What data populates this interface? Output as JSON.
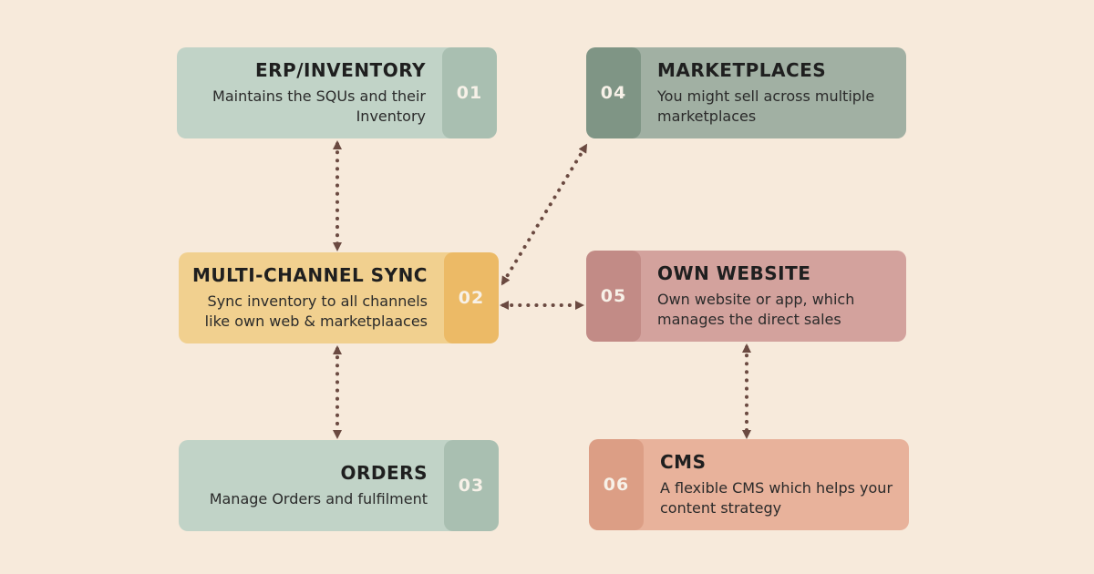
{
  "nodes": [
    {
      "id": "erp",
      "number": "01",
      "title": "ERP/INVENTORY",
      "description": "Maintains the SQUs and their Inventory",
      "card_color": "#c1d3c7",
      "number_color": "#a9bfb1"
    },
    {
      "id": "sync",
      "number": "02",
      "title": "MULTI-CHANNEL SYNC",
      "description": "Sync inventory to all channels like own web & marketplaaces",
      "card_color": "#f1d08f",
      "number_color": "#ecba66"
    },
    {
      "id": "orders",
      "number": "03",
      "title": "ORDERS",
      "description": "Manage Orders and fulfilment",
      "card_color": "#c1d3c7",
      "number_color": "#a9bfb1"
    },
    {
      "id": "marketplaces",
      "number": "04",
      "title": "MARKETPLACES",
      "description": "You might sell across multiple marketplaces",
      "card_color": "#a1b0a3",
      "number_color": "#7f9585"
    },
    {
      "id": "website",
      "number": "05",
      "title": "OWN WEBSITE",
      "description": "Own website or app, which manages the direct sales",
      "card_color": "#d3a29d",
      "number_color": "#c28b86"
    },
    {
      "id": "cms",
      "number": "06",
      "title": "CMS",
      "description": "A flexible CMS which helps your content strategy",
      "card_color": "#e8b29b",
      "number_color": "#dc9e85"
    }
  ],
  "connectors": [
    {
      "from": "erp",
      "to": "sync"
    },
    {
      "from": "sync",
      "to": "orders"
    },
    {
      "from": "sync",
      "to": "marketplaces"
    },
    {
      "from": "sync",
      "to": "website"
    },
    {
      "from": "website",
      "to": "cms"
    }
  ],
  "colors": {
    "background": "#f7eadb",
    "arrow": "#6b4a41"
  }
}
